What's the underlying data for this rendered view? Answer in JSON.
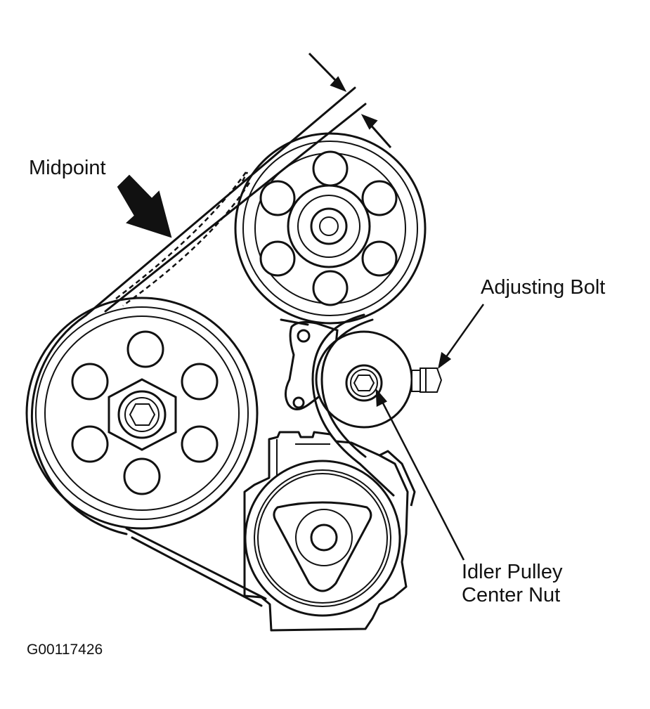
{
  "labels": {
    "midpoint": "Midpoint",
    "adjusting_bolt": "Adjusting Bolt",
    "idler_line1": "Idler Pulley",
    "idler_line2": "Center Nut",
    "figure_id": "G00117426"
  },
  "colors": {
    "ink": "#111111",
    "background": "#ffffff"
  }
}
